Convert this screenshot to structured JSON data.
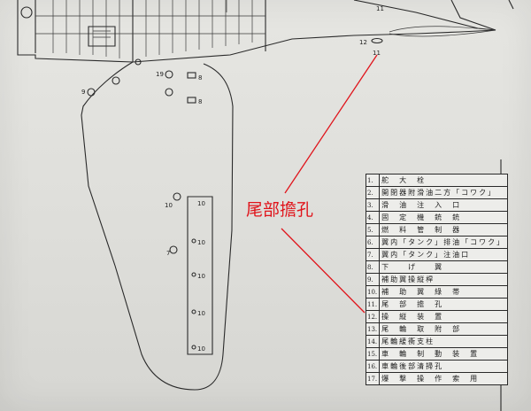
{
  "callout": {
    "label": "尾部擔孔"
  },
  "station_labels": {
    "l12": "12",
    "l11": "11",
    "l11b": "11",
    "l19": "19",
    "l8a": "8",
    "l8b": "8",
    "l9": "9",
    "l10": "10",
    "l7": "7",
    "tab1": "10",
    "tab2": "10",
    "tab3": "10",
    "tab4": "10",
    "tab5": "10"
  },
  "parts_table": {
    "rows": [
      {
        "num": "1.",
        "name": "舵　大　栓"
      },
      {
        "num": "2.",
        "name": "開閉器附滑油二方「コワク」"
      },
      {
        "num": "3.",
        "name": "滑　油　注　入　口"
      },
      {
        "num": "4.",
        "name": "固　定　機　銃　銃"
      },
      {
        "num": "5.",
        "name": "燃　料　管　制　器"
      },
      {
        "num": "6.",
        "name": "翼内「タンク」排油「コワク」"
      },
      {
        "num": "7.",
        "name": "翼内「タンク」注油口"
      },
      {
        "num": "8.",
        "name": "下　　げ　　翼"
      },
      {
        "num": "9.",
        "name": "補助翼操縦桿"
      },
      {
        "num": "10.",
        "name": "補　助　翼　綠　帯"
      },
      {
        "num": "11.",
        "name": "尾　部　擔　孔"
      },
      {
        "num": "12.",
        "name": "操　縦　装　置"
      },
      {
        "num": "13.",
        "name": "尾　輪　取　附　部"
      },
      {
        "num": "14.",
        "name": "尾輪緩衝支柱"
      },
      {
        "num": "15.",
        "name": "車　輪　制　動　装　置"
      },
      {
        "num": "16.",
        "name": "車輪後部清掃孔"
      },
      {
        "num": "17.",
        "name": "爆　撃　操　作　索　用"
      }
    ]
  }
}
